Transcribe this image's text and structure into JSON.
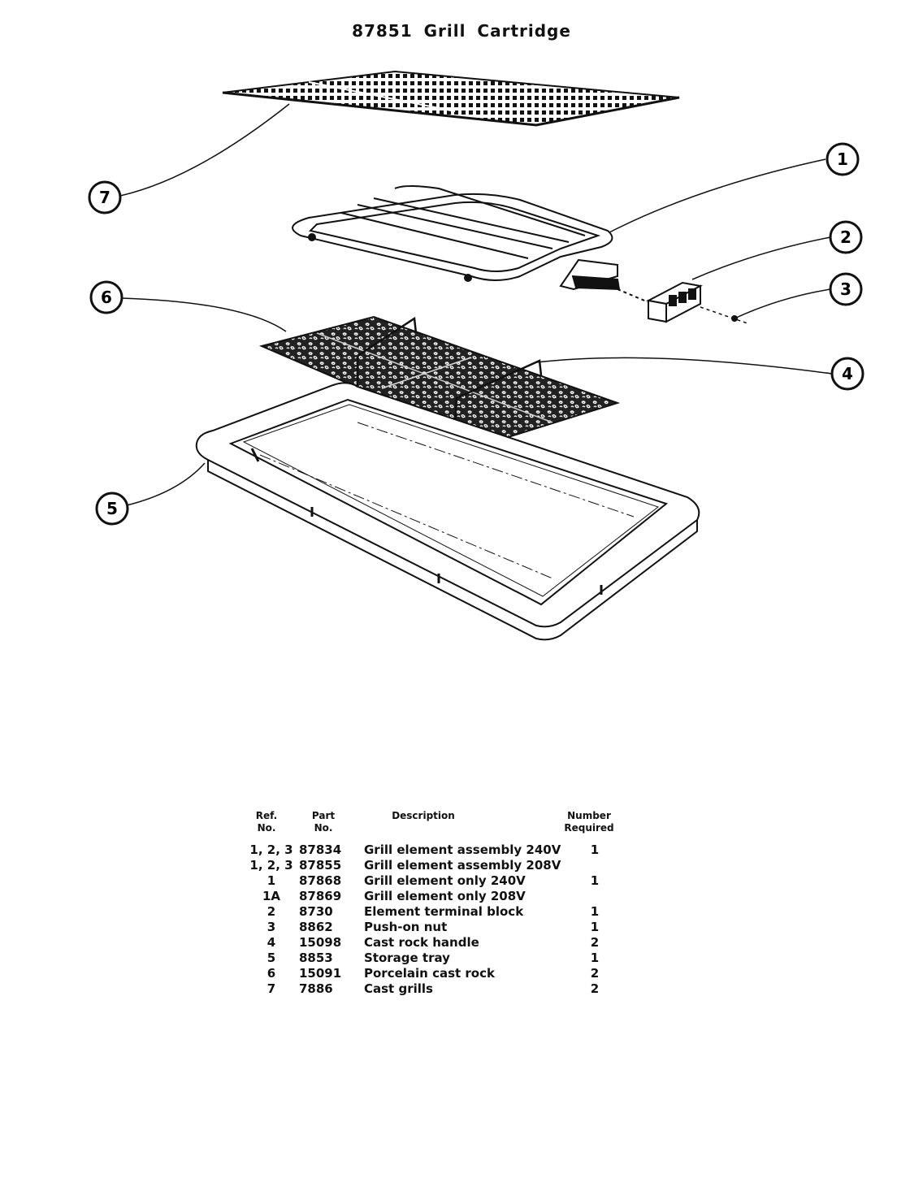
{
  "title": "87851 Grill Cartridge",
  "callouts": [
    "1",
    "2",
    "3",
    "4",
    "5",
    "6",
    "7"
  ],
  "table": {
    "headers": {
      "ref": [
        "Ref.",
        "No."
      ],
      "part": [
        "Part",
        "No."
      ],
      "description": [
        "Description"
      ],
      "qty": [
        "Number",
        "Required"
      ]
    },
    "rows": [
      {
        "ref": "1, 2, 3",
        "part": "87834",
        "description": "Grill element assembly 240V",
        "qty": "1"
      },
      {
        "ref": "1, 2, 3",
        "part": "87855",
        "description": "Grill element assembly 208V",
        "qty": ""
      },
      {
        "ref": "1",
        "part": "87868",
        "description": "Grill element only 240V",
        "qty": "1"
      },
      {
        "ref": "1A",
        "part": "87869",
        "description": "Grill element only 208V",
        "qty": ""
      },
      {
        "ref": "2",
        "part": "8730",
        "description": "Element terminal block",
        "qty": "1"
      },
      {
        "ref": "3",
        "part": "8862",
        "description": "Push-on nut",
        "qty": "1"
      },
      {
        "ref": "4",
        "part": "15098",
        "description": "Cast rock handle",
        "qty": "2"
      },
      {
        "ref": "5",
        "part": "8853",
        "description": "Storage tray",
        "qty": "1"
      },
      {
        "ref": "6",
        "part": "15091",
        "description": "Porcelain cast rock",
        "qty": "2"
      },
      {
        "ref": "7",
        "part": "7886",
        "description": "Cast grills",
        "qty": "2"
      }
    ]
  }
}
